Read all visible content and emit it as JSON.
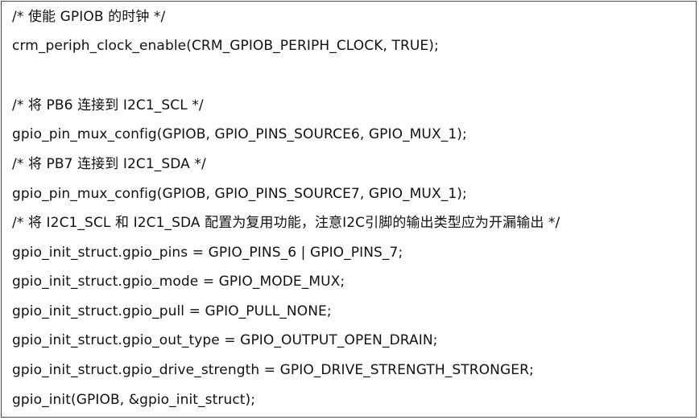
{
  "code": {
    "lines": [
      "/* 使能 GPIOB 的时钟 */",
      "crm_periph_clock_enable(CRM_GPIOB_PERIPH_CLOCK, TRUE);",
      "",
      "/* 将 PB6 连接到 I2C1_SCL */",
      "gpio_pin_mux_config(GPIOB, GPIO_PINS_SOURCE6, GPIO_MUX_1);",
      "/* 将 PB7 连接到 I2C1_SDA */",
      "gpio_pin_mux_config(GPIOB, GPIO_PINS_SOURCE7, GPIO_MUX_1);",
      "/* 将 I2C1_SCL 和 I2C1_SDA 配置为复用功能，注意I2C引脚的输出类型应为开漏输出 */",
      "gpio_init_struct.gpio_pins = GPIO_PINS_6 | GPIO_PINS_7;",
      "gpio_init_struct.gpio_mode = GPIO_MODE_MUX;",
      "gpio_init_struct.gpio_pull = GPIO_PULL_NONE;",
      "gpio_init_struct.gpio_out_type = GPIO_OUTPUT_OPEN_DRAIN;",
      "gpio_init_struct.gpio_drive_strength = GPIO_DRIVE_STRENGTH_STRONGER;",
      "gpio_init(GPIOB, &gpio_init_struct);"
    ]
  }
}
